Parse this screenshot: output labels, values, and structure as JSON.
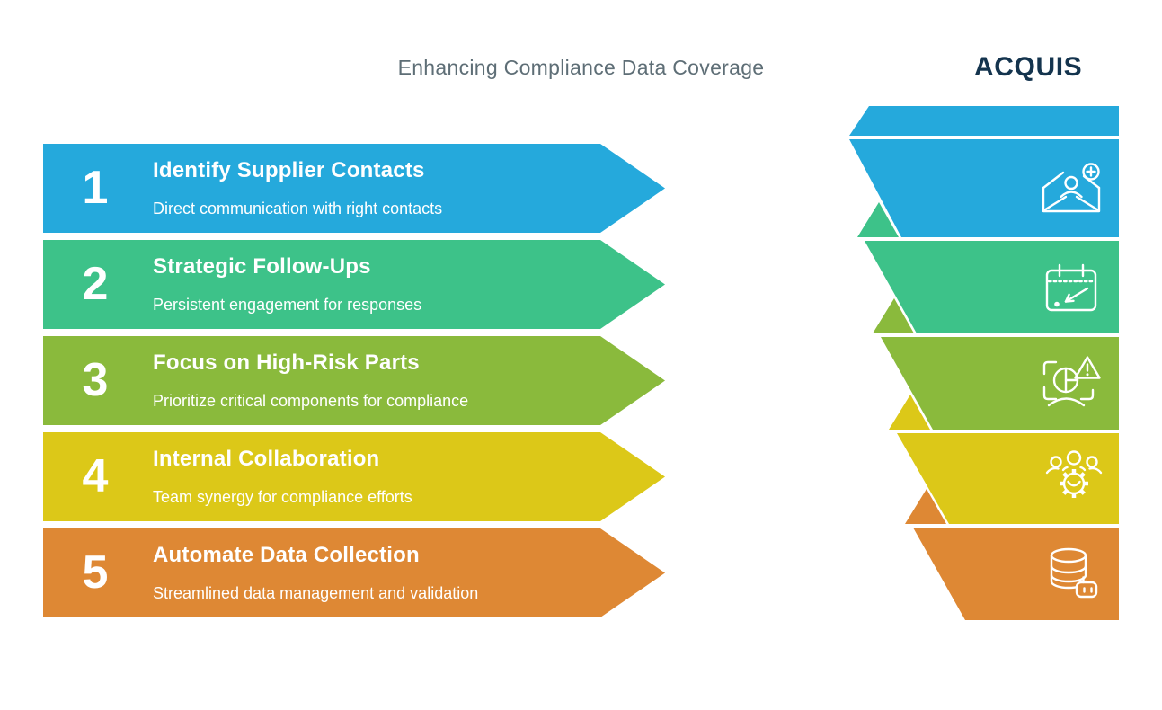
{
  "title": "Enhancing Compliance Data Coverage",
  "logo": {
    "text": "ACQUIS"
  },
  "colors": {
    "blue": "#25A9DC",
    "green": "#3DC289",
    "olive": "#8ABA3C",
    "yellow": "#DCC818",
    "orange": "#DE8834",
    "title_text": "#5E6E76",
    "logo_navy": "#14344E",
    "step_text": "#FFFFFF"
  },
  "steps": [
    {
      "number": "1",
      "title": "Identify Supplier Contacts",
      "subtitle": "Direct communication with right contacts",
      "color": "#25A9DC",
      "icon": "add-contact-email-icon"
    },
    {
      "number": "2",
      "title": "Strategic Follow-Ups",
      "subtitle": "Persistent engagement for responses",
      "color": "#3DC289",
      "icon": "calendar-follow-up-icon"
    },
    {
      "number": "3",
      "title": "Focus on High-Risk Parts",
      "subtitle": "Prioritize critical components for compliance",
      "color": "#8ABA3C",
      "icon": "high-risk-part-icon"
    },
    {
      "number": "4",
      "title": "Internal Collaboration",
      "subtitle": "Team synergy for compliance efforts",
      "color": "#DCC818",
      "icon": "team-collaboration-gear-icon"
    },
    {
      "number": "5",
      "title": "Automate Data Collection",
      "subtitle": "Streamlined data management and validation",
      "color": "#DE8834",
      "icon": "database-automation-icon"
    }
  ]
}
